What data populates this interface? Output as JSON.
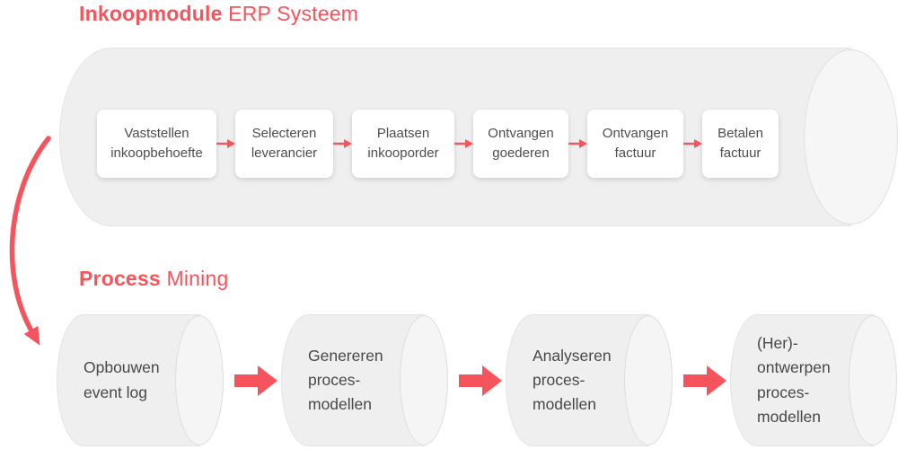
{
  "colors": {
    "accent": "#f5545c",
    "cylinder_fill": "#efefef",
    "cylinder_cap_fill": "#f6f6f6",
    "step_box_fill": "#ffffff",
    "text": "#4a4a4a"
  },
  "erp": {
    "title_bold": "Inkoopmodule",
    "title_rest": " ERP Systeem",
    "steps": [
      {
        "label": "Vaststellen\ninkoopbehoefte"
      },
      {
        "label": "Selecteren\nleverancier"
      },
      {
        "label": "Plaatsen\ninkooporder"
      },
      {
        "label": "Ontvangen\ngoederen"
      },
      {
        "label": "Ontvangen\nfactuur"
      },
      {
        "label": "Betalen\nfactuur"
      }
    ]
  },
  "mining": {
    "title_bold": "Process",
    "title_rest": " Mining",
    "steps": [
      {
        "label": "Opbouwen\nevent log"
      },
      {
        "label": "Genereren\nproces-\nmodellen"
      },
      {
        "label": "Analyseren\nproces-\nmodellen"
      },
      {
        "label": "(Her)-\nontwerpen\nproces-\nmodellen"
      }
    ]
  }
}
